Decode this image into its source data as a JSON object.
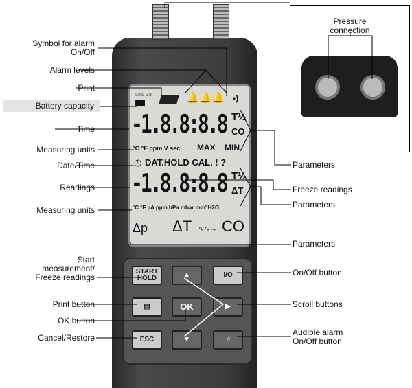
{
  "left_labels": {
    "alarm_symbol": "Symbol for alarm\nOn/Off",
    "alarm_symbol_1": "Symbol for alarm",
    "alarm_symbol_2": "On/Off",
    "alarm_levels": "Alarm levels",
    "print": "Print",
    "battery": "Battery capacity",
    "time": "Time",
    "units1": "Measuring units",
    "datetime": "Date/Time",
    "readings": "Readings",
    "units2": "Measuring units",
    "start_1": "Start",
    "start_2": "measurement/",
    "start_3": "Freeze readings",
    "print_button": "Print button",
    "ok_button": "OK button",
    "cancel": "Cancel/Restore"
  },
  "right_labels": {
    "params1": "Parameters",
    "freeze": "Freeze readings",
    "params2": "Parameters",
    "params3": "Parameters",
    "onoff": "On/Off button",
    "scroll": "Scroll buttons",
    "audible_1": "Audible alarm",
    "audible_2": "On/Off button"
  },
  "inset": {
    "title_1": "Pressure",
    "title_2": "connection"
  },
  "lcd": {
    "low_bat": "Low Bat",
    "digits": "-1.8.8:8.8",
    "t12": "T½",
    "co": "CO",
    "units1": "°C °F ppm V sec.",
    "max": "MAX",
    "min": "MIN",
    "status": "DAT.HOLD CAL. ! ?",
    "dt": "ΔT",
    "units2": "°C °F µA ppm hPa mbar mm\"H2O",
    "bottom_dp": "Δp",
    "bottom_dt": "ΔT",
    "bottom_co": "CO"
  },
  "keys": {
    "start": "START",
    "hold": "HOLD",
    "ok": "OK",
    "esc": "ESC",
    "onoff": "I/O"
  }
}
